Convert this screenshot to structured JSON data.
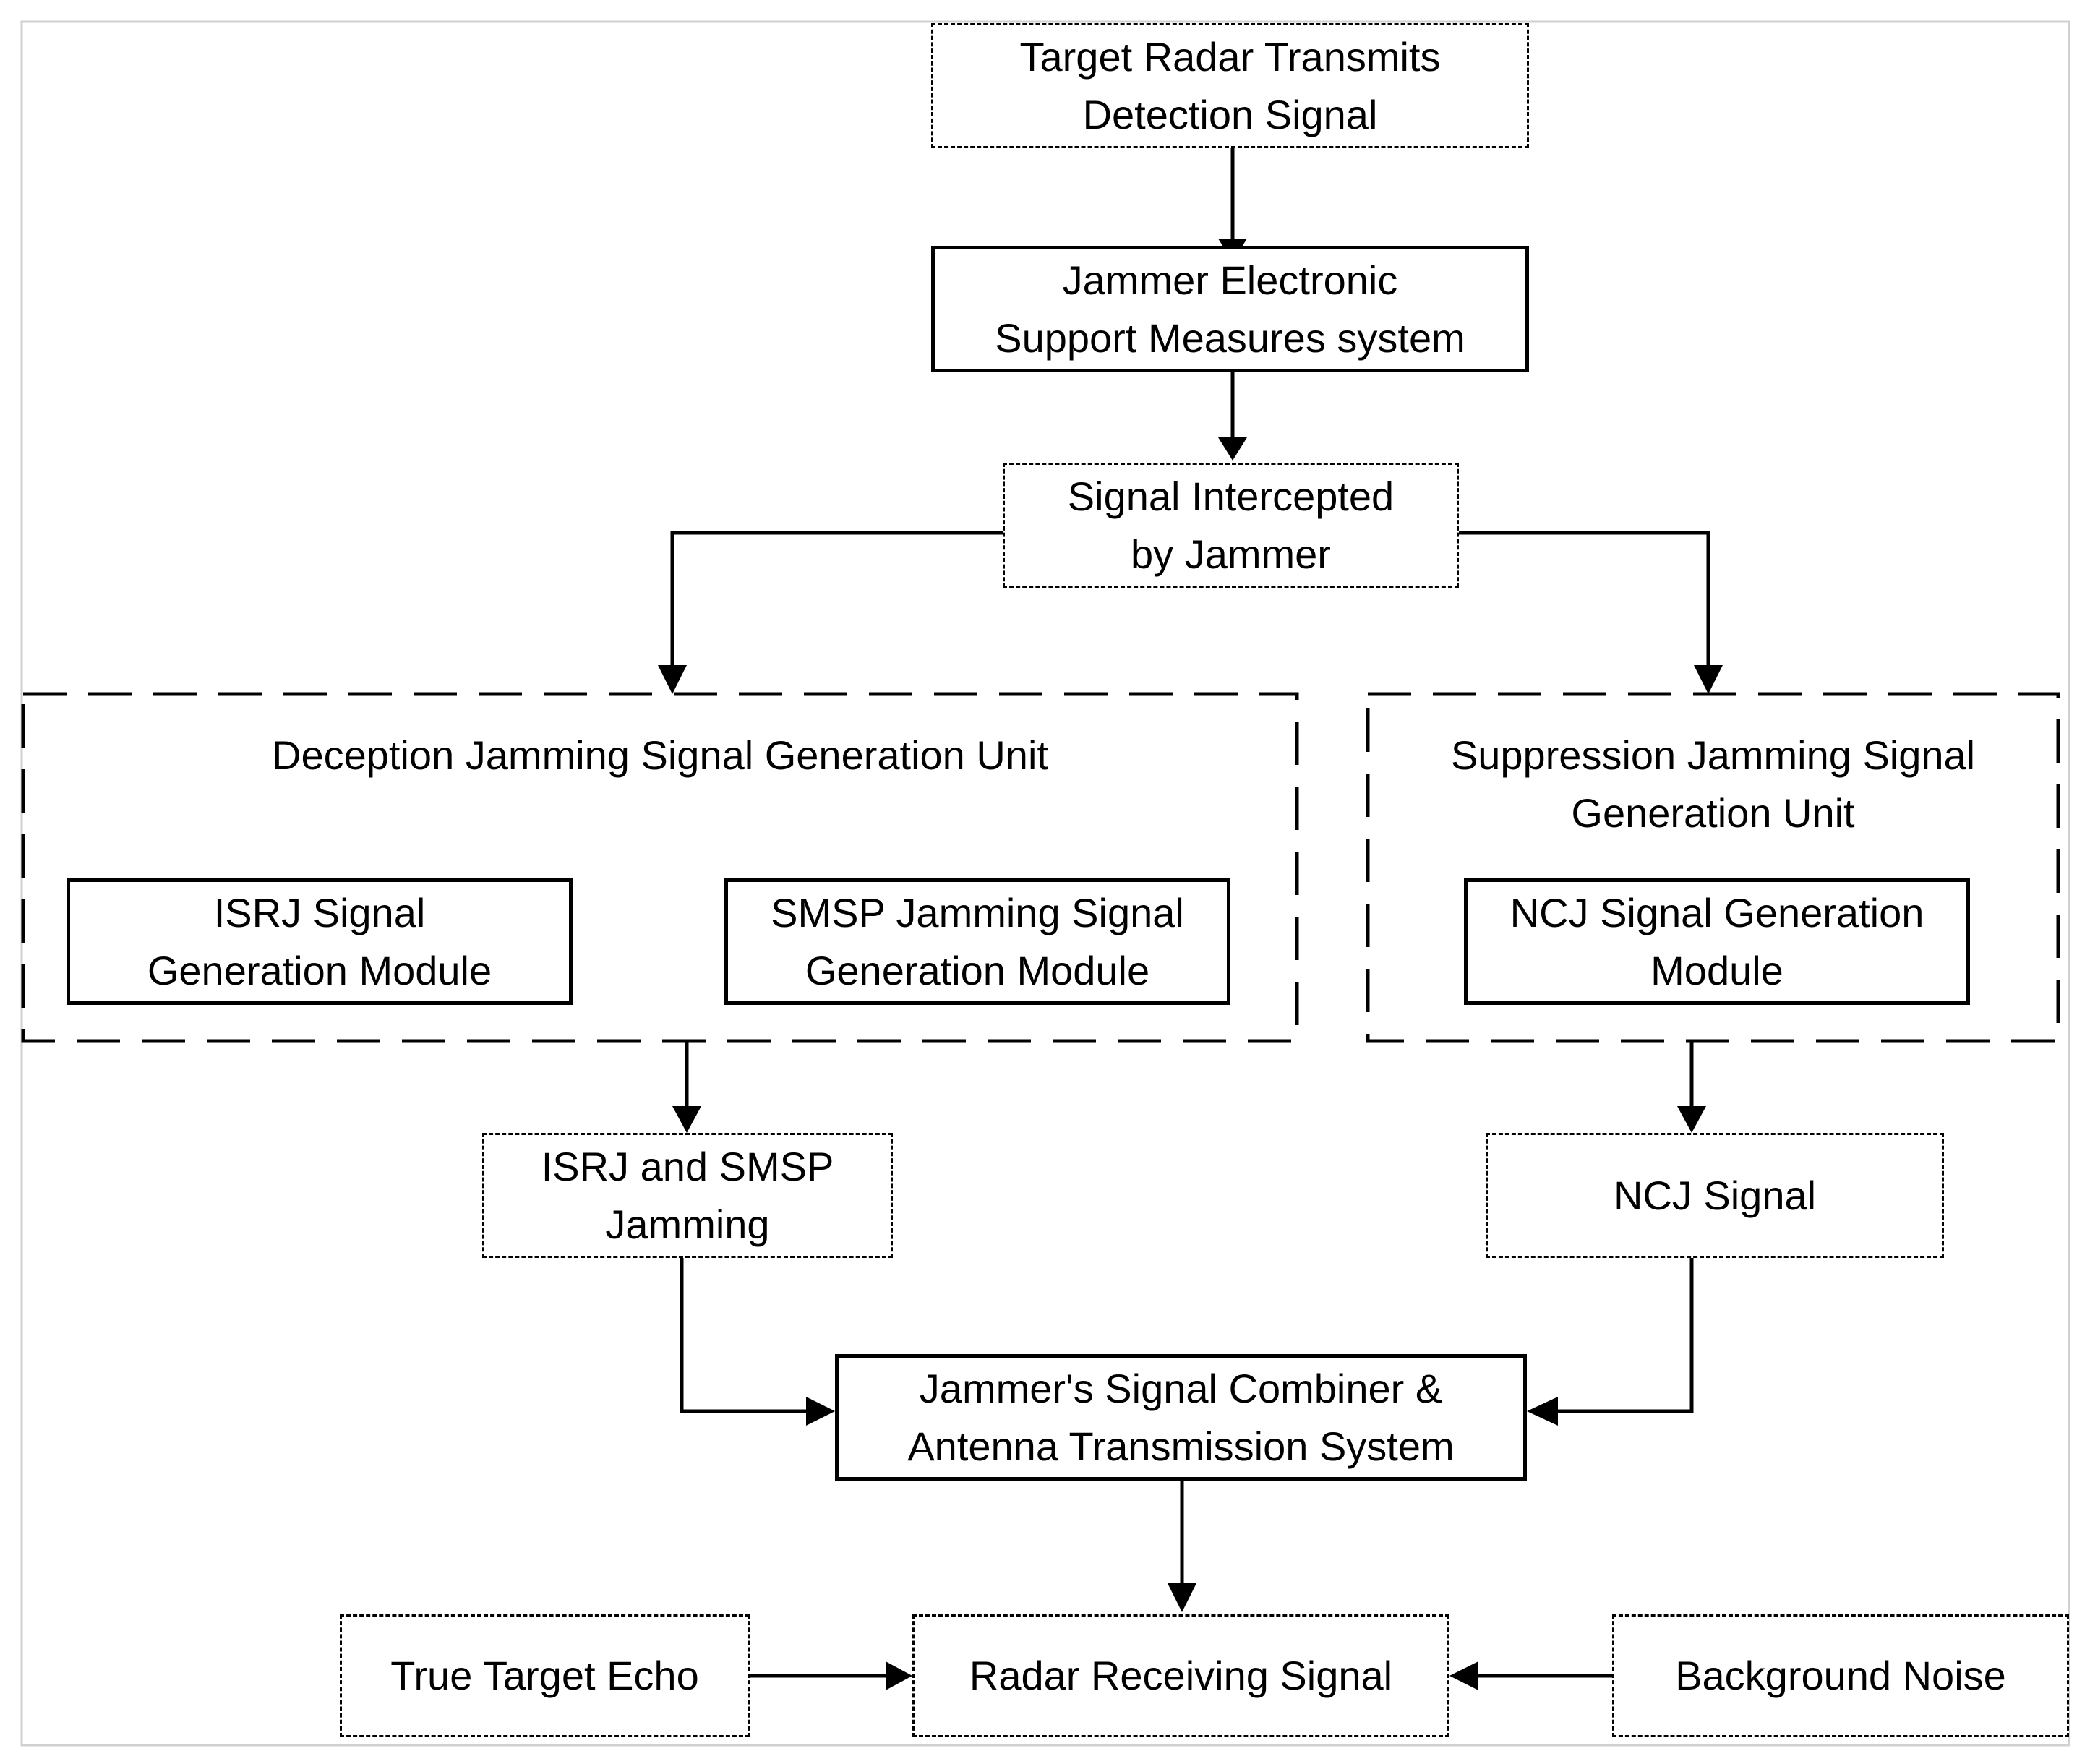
{
  "diagram": {
    "nodes": {
      "target_radar": {
        "label": "Target Radar Transmits\nDetection Signal",
        "style": "dashed"
      },
      "esm_system": {
        "label": "Jammer Electronic\nSupport Measures  system",
        "style": "solid"
      },
      "signal_intercepted": {
        "label": "Signal Intercepted\nby Jammer",
        "style": "dashed"
      },
      "deception_unit": {
        "label": "Deception Jamming Signal Generation Unit",
        "style": "long-dash-group"
      },
      "isrj_module": {
        "label": "ISRJ Signal\nGeneration Module",
        "style": "solid"
      },
      "smsp_module": {
        "label": "SMSP Jamming Signal\nGeneration Module",
        "style": "solid"
      },
      "suppression_unit": {
        "label": "Suppression Jamming Signal\nGeneration Unit",
        "style": "long-dash-group"
      },
      "ncj_module": {
        "label": "NCJ Signal Generation\nModule",
        "style": "solid"
      },
      "isrj_smsp_jamming": {
        "label": "ISRJ and SMSP\nJamming",
        "style": "dashed"
      },
      "ncj_signal": {
        "label": "NCJ Signal",
        "style": "dashed"
      },
      "combiner": {
        "label": "Jammer's Signal Combiner &\nAntenna Transmission System",
        "style": "solid"
      },
      "true_target_echo": {
        "label": "True Target Echo",
        "style": "dashed"
      },
      "radar_receiving": {
        "label": "Radar Receiving Signal",
        "style": "dashed"
      },
      "background_noise": {
        "label": "Background Noise",
        "style": "dashed"
      }
    },
    "edges": [
      {
        "from": "target_radar",
        "to": "esm_system"
      },
      {
        "from": "esm_system",
        "to": "signal_intercepted"
      },
      {
        "from": "signal_intercepted",
        "to": "deception_unit"
      },
      {
        "from": "signal_intercepted",
        "to": "suppression_unit"
      },
      {
        "from": "deception_unit",
        "to": "isrj_smsp_jamming"
      },
      {
        "from": "suppression_unit",
        "to": "ncj_signal"
      },
      {
        "from": "isrj_smsp_jamming",
        "to": "combiner"
      },
      {
        "from": "ncj_signal",
        "to": "combiner"
      },
      {
        "from": "combiner",
        "to": "radar_receiving"
      },
      {
        "from": "true_target_echo",
        "to": "radar_receiving"
      },
      {
        "from": "background_noise",
        "to": "radar_receiving"
      }
    ]
  }
}
